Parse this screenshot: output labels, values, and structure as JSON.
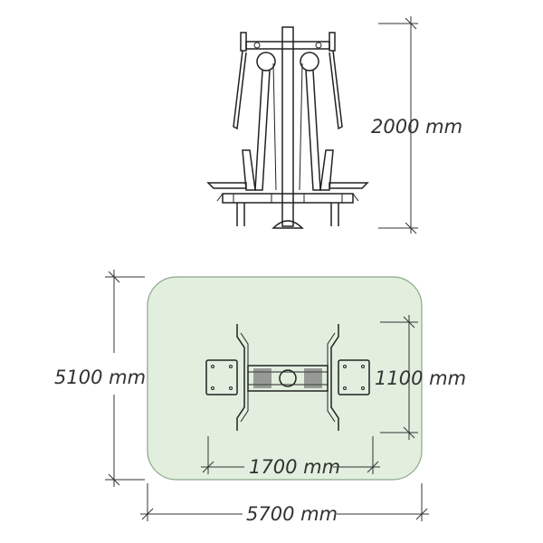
{
  "dimensions": {
    "height": "2000 mm",
    "length": "5100 mm",
    "inner_width": "1100 mm",
    "inner_span": "1700 mm",
    "width": "5700 mm"
  },
  "colors": {
    "zone_fill": "#e2efdf",
    "zone_stroke": "#8aa888",
    "line": "#222222",
    "text": "#333333"
  }
}
